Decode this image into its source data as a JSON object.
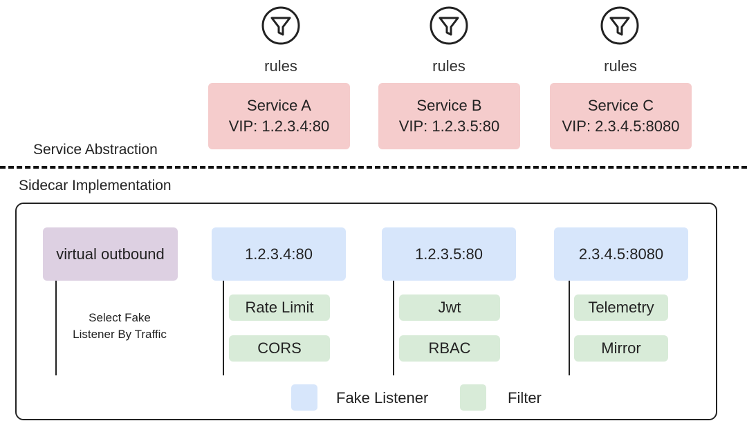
{
  "rules_labels": [
    "rules",
    "rules",
    "rules"
  ],
  "services": [
    {
      "name": "Service A",
      "vip": "VIP: 1.2.3.4:80"
    },
    {
      "name": "Service B",
      "vip": "VIP: 1.2.3.5:80"
    },
    {
      "name": "Service C",
      "vip": "VIP: 2.3.4.5:8080"
    }
  ],
  "section_labels": {
    "abstraction": "Service Abstraction",
    "implementation": "Sidecar Implementation"
  },
  "outbound": {
    "label": "virtual outbound",
    "note_line1": "Select Fake",
    "note_line2": "Listener By Traffic"
  },
  "listeners": [
    {
      "address": "1.2.3.4:80",
      "filters": [
        "Rate Limit",
        "CORS"
      ]
    },
    {
      "address": "1.2.3.5:80",
      "filters": [
        "Jwt",
        "RBAC"
      ]
    },
    {
      "address": "2.3.4.5:8080",
      "filters": [
        "Telemetry",
        "Mirror"
      ]
    }
  ],
  "legend": {
    "listener": "Fake Listener",
    "filter": "Filter"
  },
  "colors": {
    "service": "#f5cccc",
    "outbound": "#ddd0e2",
    "listener": "#d7e6fb",
    "filter": "#d8ebd8"
  },
  "icons": [
    "filter-funnel-icon",
    "filter-funnel-icon",
    "filter-funnel-icon"
  ]
}
